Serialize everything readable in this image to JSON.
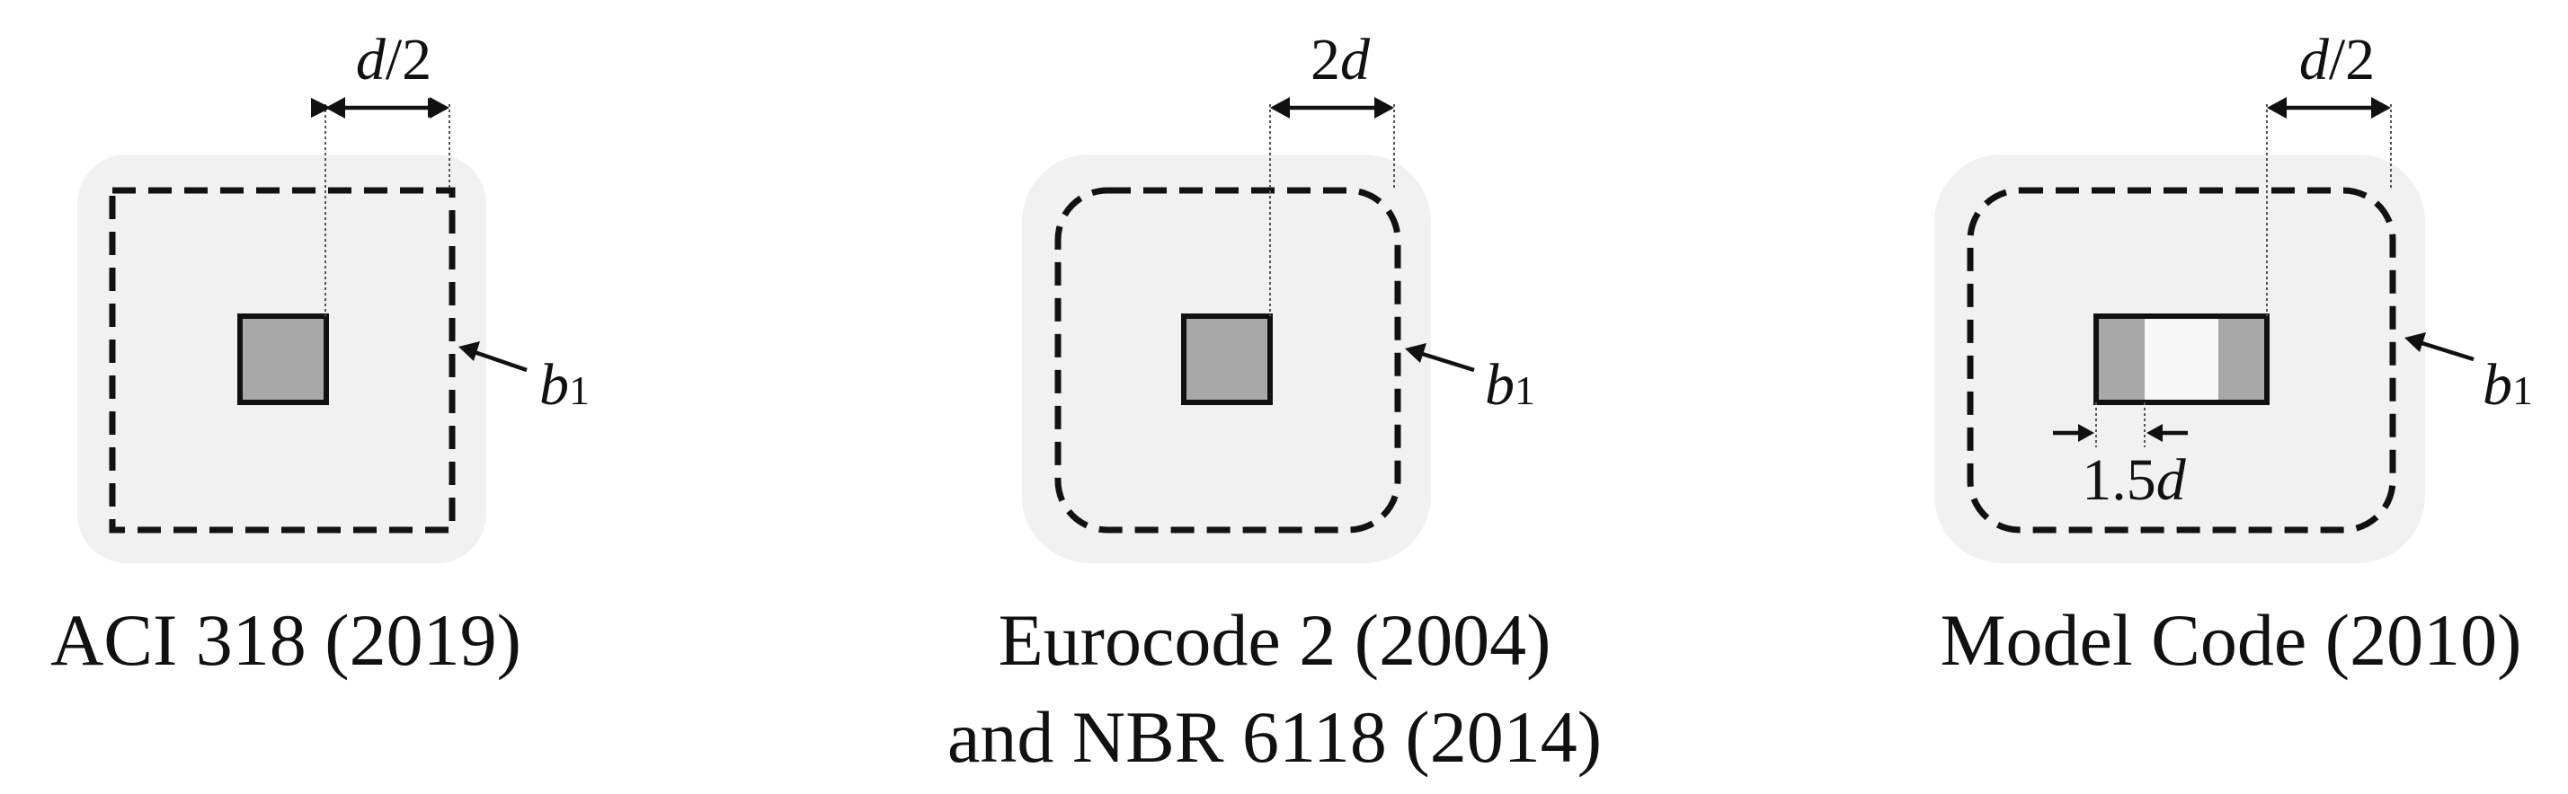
{
  "panels": [
    {
      "id": "aci",
      "dimension": {
        "prefix": "",
        "italic": "d",
        "suffix": "/2"
      },
      "perimeter_label": {
        "symbol": "b",
        "subscript": "1"
      },
      "caption_lines": [
        "ACI 318 (2019)"
      ]
    },
    {
      "id": "eurocode",
      "dimension": {
        "prefix": "2",
        "italic": "d",
        "suffix": ""
      },
      "perimeter_label": {
        "symbol": "b",
        "subscript": "1"
      },
      "caption_lines": [
        "Eurocode 2 (2004)",
        "and NBR 6118 (2014)"
      ]
    },
    {
      "id": "modelcode",
      "dimension": {
        "prefix": "",
        "italic": "d",
        "suffix": "/2"
      },
      "perimeter_label": {
        "symbol": "b",
        "subscript": "1"
      },
      "inner_dimension": {
        "prefix": "1.5",
        "italic": "d",
        "suffix": ""
      },
      "caption_lines": [
        "Model Code (2010)"
      ]
    }
  ]
}
